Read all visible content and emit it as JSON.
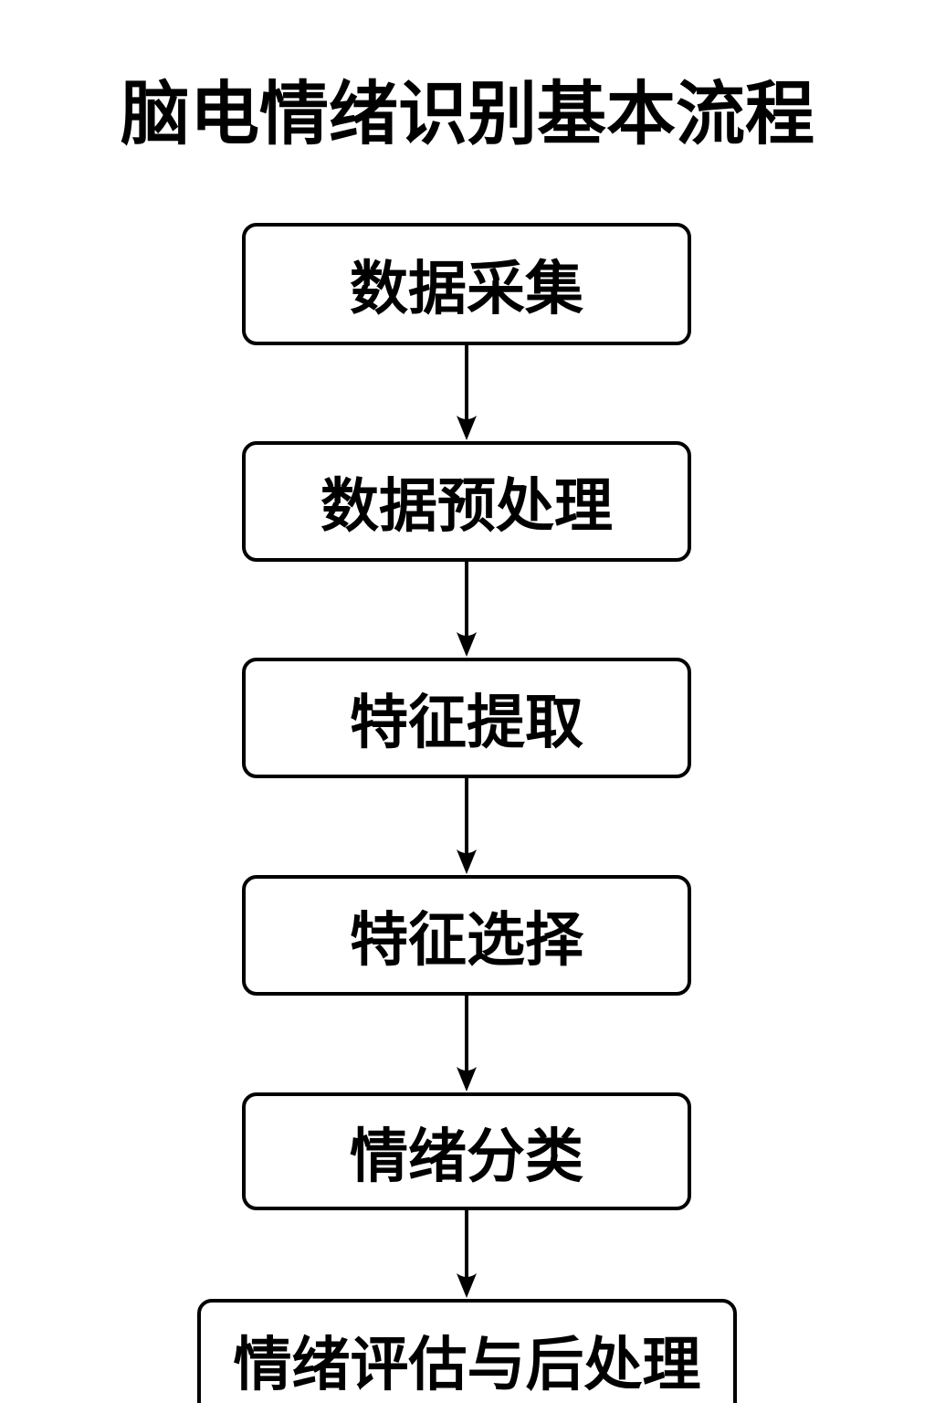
{
  "page": {
    "background_color": "#ffffff",
    "stroke_color": "#000000",
    "node_fill_color": "#ffffff",
    "text_color": "#000000"
  },
  "flowchart": {
    "title": "脑电情绪识别基本流程",
    "direction": "top-down",
    "steps": [
      {
        "label": "数据采集"
      },
      {
        "label": "数据预处理"
      },
      {
        "label": "特征提取"
      },
      {
        "label": "特征选择"
      },
      {
        "label": "情绪分类"
      },
      {
        "label": "情绪评估与后处理"
      }
    ],
    "connections": [
      {
        "from": 0,
        "to": 1
      },
      {
        "from": 1,
        "to": 2
      },
      {
        "from": 2,
        "to": 3
      },
      {
        "from": 3,
        "to": 4
      },
      {
        "from": 4,
        "to": 5
      }
    ]
  }
}
